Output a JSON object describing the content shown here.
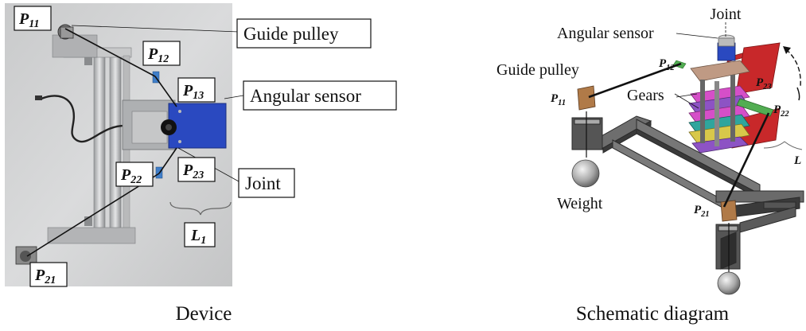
{
  "device": {
    "caption": "Device",
    "labels": {
      "guide_pulley": "Guide pulley",
      "angular_sensor": "Angular sensor",
      "joint": "Joint"
    },
    "points": {
      "p11": "P11",
      "p12": "P12",
      "p13": "P13",
      "p21": "P21",
      "p22": "P22",
      "p23": "P23",
      "l1": "L1"
    }
  },
  "schematic": {
    "caption": "Schematic diagram",
    "labels": {
      "joint": "Joint",
      "angular_sensor": "Angular sensor",
      "guide_pulley": "Guide pulley",
      "gears": "Gears",
      "weight": "Weight"
    },
    "points": {
      "p11": "P11",
      "p12": "P12",
      "p21": "P21",
      "p22": "P22",
      "p23": "P23",
      "l": "L"
    }
  },
  "colors": {
    "plate_red": "#c8282a",
    "plate_magenta": "#d54fc8",
    "plate_purple": "#8d53c4",
    "plate_teal": "#2fa59d",
    "plate_yellow": "#d8c84a",
    "plate_tan": "#bf9a84",
    "sensor_blue": "#2a49c0",
    "rod_green": "#52ad52",
    "pulley_brown": "#b07a48"
  }
}
